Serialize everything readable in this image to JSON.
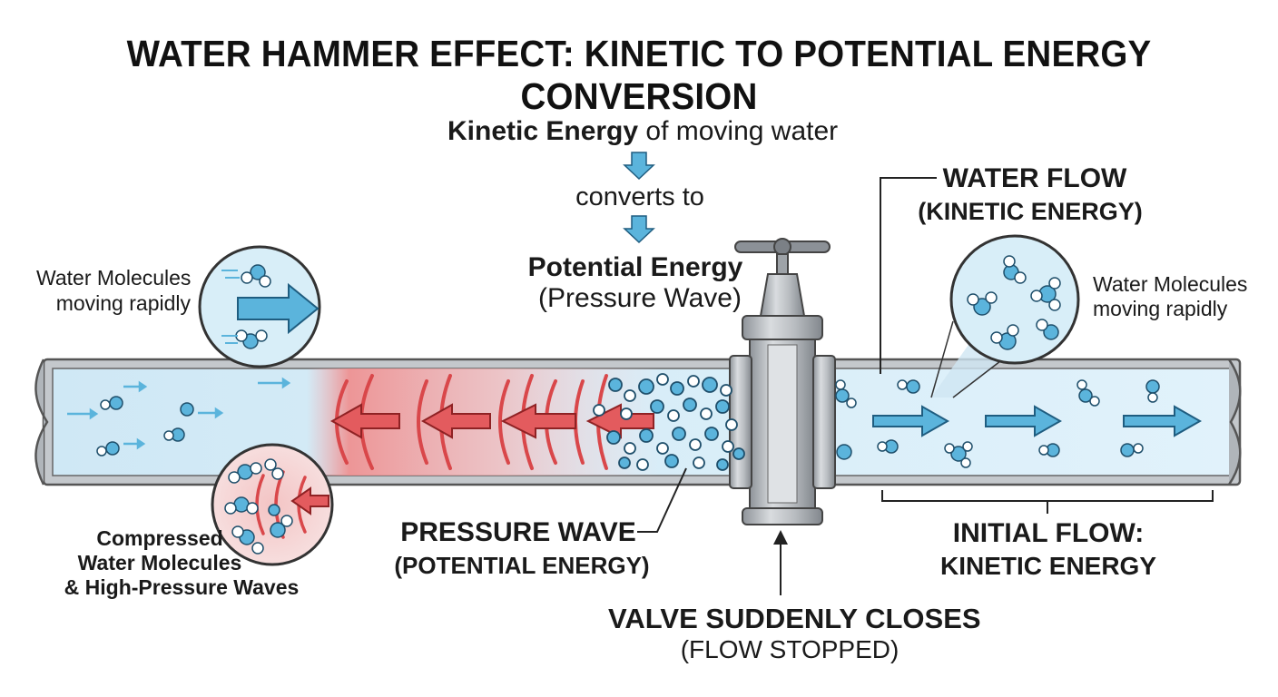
{
  "title": "WATER HAMMER EFFECT: KINETIC TO POTENTIAL ENERGY CONVERSION",
  "energy_chain": {
    "kinetic_bold": "Kinetic Energy",
    "kinetic_rest": " of moving water",
    "converts": "converts to",
    "potential_bold": "Potential Energy",
    "potential_sub": "(Pressure Wave)"
  },
  "left_callout": {
    "line1": "Water Molecules",
    "line2": "moving rapidly"
  },
  "compressed_callout": {
    "line1": "Compressed",
    "line2": "Water Molecules",
    "line3": "& High-Pressure Waves"
  },
  "pressure_wave": {
    "line1": "PRESSURE WAVE",
    "line2": "(POTENTIAL ENERGY)"
  },
  "valve": {
    "line1": "VALVE SUDDENLY CLOSES",
    "line2": "(FLOW STOPPED)"
  },
  "water_flow": {
    "line1": "WATER FLOW",
    "line2": "(KINETIC ENERGY)"
  },
  "right_callout": {
    "line1": "Water Molecules",
    "line2": "moving rapidly"
  },
  "initial_flow": {
    "line1": "INITIAL FLOW:",
    "line2": "KINETIC ENERGY"
  },
  "colors": {
    "water": "#d9eef8",
    "molecule": "#5bb4dc",
    "arrow_blue": "#5bb4dc",
    "pressure_red": "#d9474a",
    "pipe_gray": "#9ea3a8"
  }
}
